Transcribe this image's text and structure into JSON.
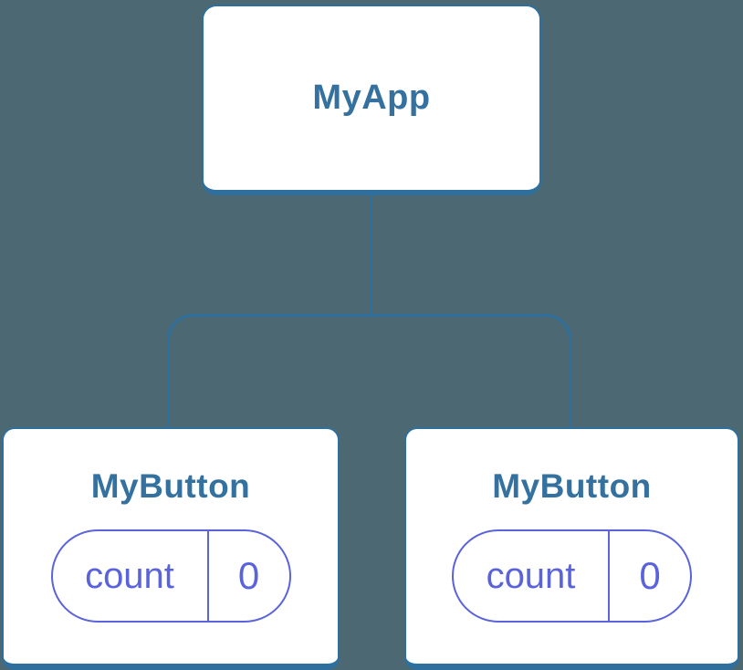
{
  "canvas": {
    "background_color": "#4C6973"
  },
  "colors": {
    "node_background": "#FFFFFF",
    "connector_blue": "#2E6F9E",
    "label_blue": "#35719F",
    "state_purple": "#5A63DC"
  },
  "diagram": {
    "type": "component-tree",
    "root": {
      "label": "MyApp"
    },
    "children": [
      {
        "label": "MyButton",
        "state": {
          "key": "count",
          "value": "0"
        }
      },
      {
        "label": "MyButton",
        "state": {
          "key": "count",
          "value": "0"
        }
      }
    ]
  }
}
